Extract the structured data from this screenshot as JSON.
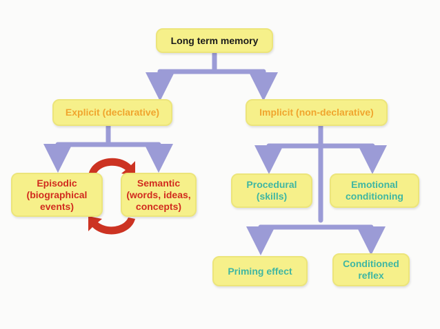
{
  "nodes": {
    "root": "Long term memory",
    "explicit": "Explicit (declarative)",
    "implicit": "Implicit (non-declarative)",
    "episodic": "Episodic\n(biographical\nevents)",
    "semantic": "Semantic\n(words, ideas,\nconcepts)",
    "procedural": "Procedural\n(skills)",
    "emotional": "Emotional\nconditioning",
    "priming": "Priming effect",
    "conditioned": "Conditioned\nreflex"
  },
  "colors": {
    "box_fill": "#f6f08a",
    "connector": "#9b9bd6",
    "explicit_text": "#f0a52e",
    "explicit_children_text": "#d12b1e",
    "implicit_children_text": "#3fb6a2",
    "cycle_arrow": "#cc3322"
  }
}
